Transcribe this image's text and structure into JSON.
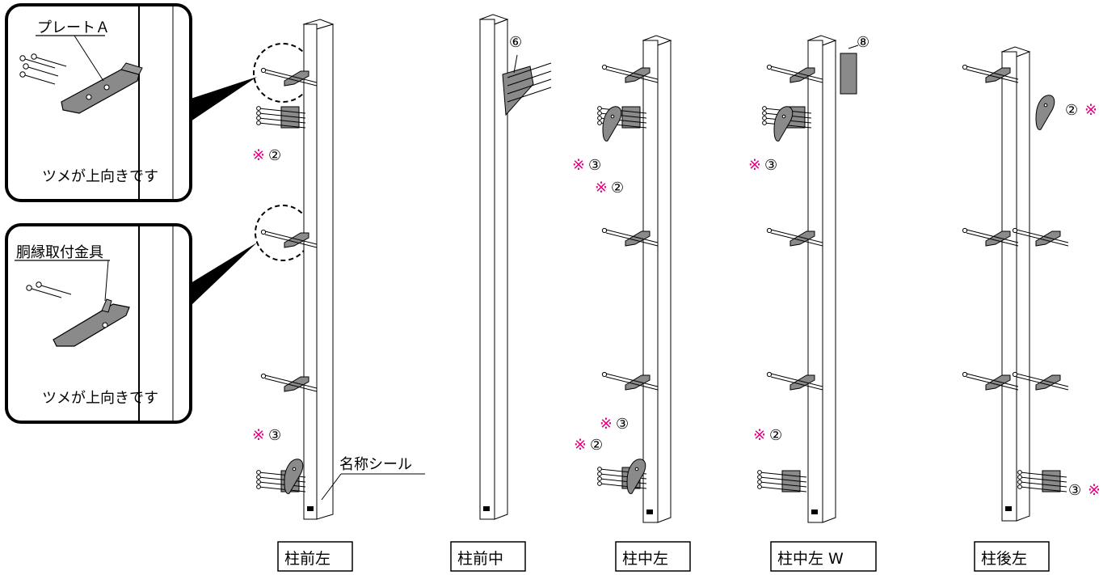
{
  "callouts": [
    {
      "part": "プレートＡ",
      "note": "ツメが上向きです"
    },
    {
      "part": "胴縁取付金具",
      "note": "ツメが上向きです"
    }
  ],
  "name_seal": "名称シール",
  "columns": [
    {
      "label": "柱前左"
    },
    {
      "label": "柱前中"
    },
    {
      "label": "柱中左"
    },
    {
      "label": "柱中左 W"
    },
    {
      "label": "柱後左"
    }
  ],
  "annotations": {
    "ref2": "②",
    "ref3": "③",
    "ref6": "⑥",
    "ref8": "⑧",
    "note_mark": "※"
  },
  "colors": {
    "note_mark": "#e4007f",
    "bracket": "#7a7a7a",
    "line": "#000000"
  }
}
